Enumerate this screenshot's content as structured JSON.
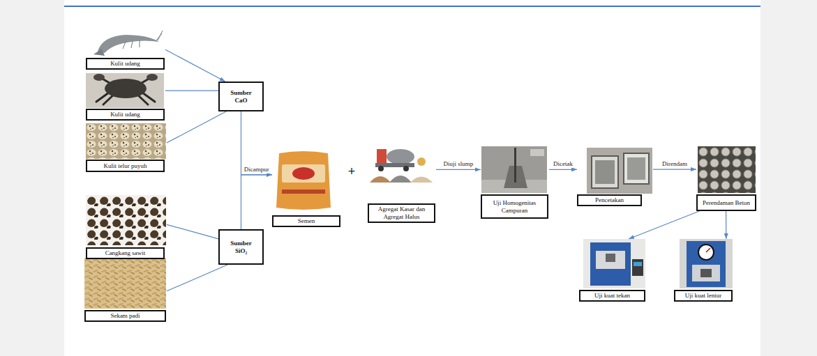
{
  "diagram": {
    "nodes": [
      {
        "text": [
          "Kulit udang"
        ]
      },
      {
        "text": [
          "Kulit udang"
        ]
      },
      {
        "text": [
          "Kulit telur puyuh"
        ]
      },
      {
        "text": [
          "Sumber CaO"
        ]
      },
      {
        "text": [
          "Cangkang sawit"
        ]
      },
      {
        "text": [
          "Sekam padi"
        ]
      },
      {
        "text": [
          "Sumber SiO₂"
        ]
      },
      {
        "text": [
          "Semen"
        ]
      },
      {
        "text": [
          "Agregat Kasar dan Agregat Halus"
        ]
      },
      {
        "text": [
          "Uji Homogenitas Campuran"
        ]
      },
      {
        "text": [
          "Pencetakan"
        ]
      },
      {
        "text": [
          "Perendaman Beton"
        ]
      },
      {
        "text": [
          "Uji kuat tekan"
        ]
      },
      {
        "text": [
          "Uji kuat lentur"
        ]
      }
    ],
    "edges": [
      {
        "from": 0,
        "to": 3,
        "arrow": "to"
      },
      {
        "from": 1,
        "to": 3,
        "arrow": "none"
      },
      {
        "from": 2,
        "to": 3,
        "arrow": "none"
      },
      {
        "from": 4,
        "to": 6,
        "arrow": "none"
      },
      {
        "from": 5,
        "to": 6,
        "arrow": "none"
      },
      {
        "from": 3,
        "to": 7,
        "label": "Dicampur",
        "arrow": "to"
      },
      {
        "from": 6,
        "to": 7,
        "arrow": "to"
      },
      {
        "from": 8,
        "to": 9,
        "label": "Diuji slump",
        "arrow": "to"
      },
      {
        "from": 9,
        "to": 10,
        "label": "Dicetak",
        "arrow": "to"
      },
      {
        "from": 10,
        "to": 11,
        "label": "Direndam",
        "arrow": "to"
      },
      {
        "from": 11,
        "to": 12,
        "arrow": "to"
      },
      {
        "from": 11,
        "to": 13,
        "arrow": "to"
      }
    ],
    "labels": [
      "+"
    ]
  }
}
